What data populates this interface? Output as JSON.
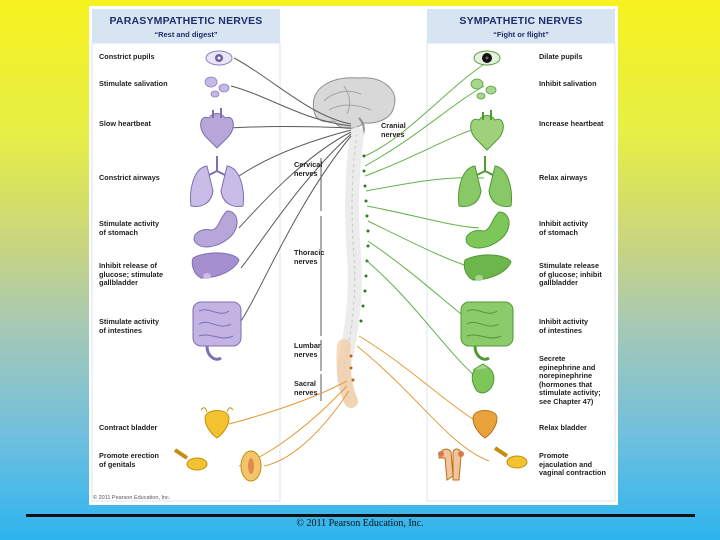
{
  "parasympathetic": {
    "title": "PARASYMPATHETIC NERVES",
    "subtitle": "“Rest and digest”",
    "labels": [
      "Constrict pupils",
      "Stimulate salivation",
      "Slow heartbeat",
      "Constrict airways",
      "Stimulate activity\nof stomach",
      "Inhibit release of\nglucose; stimulate\ngallbladder",
      "Stimulate activity\nof intestines",
      "Contract bladder",
      "Promote erection\nof genitals"
    ]
  },
  "sympathetic": {
    "title": "SYMPATHETIC NERVES",
    "subtitle": "“Fight or flight”",
    "labels": [
      "Dilate pupils",
      "Inhibit salivation",
      "Increase heartbeat",
      "Relax airways",
      "Inhibit activity\nof stomach",
      "Stimulate release\nof glucose; inhibit\ngallbladder",
      "Inhibit activity\nof intestines",
      "Secrete\nepinephrine and\nnorepinephrine\n(hormones that\nstimulate activity;\nsee Chapter 47)",
      "Relax bladder",
      "Promote\nejaculation and\nvaginal contraction"
    ]
  },
  "spine_regions": {
    "cranial": "Cranial\nnerves",
    "cervical": "Cervical\nnerves",
    "thoracic": "Thoracic\nnerves",
    "lumbar": "Lumbar\nnerves",
    "sacral": "Sacral\nnerves"
  },
  "figure_credit": "© 2011 Pearson Education, Inc.",
  "footer_copyright": "© 2011 Pearson Education, Inc.",
  "colors": {
    "para_organ": "#b7a6d8",
    "symp_organ": "#7cc65a",
    "bladder": "#f2c230",
    "header_bg": "#d7e4f2",
    "nerve_para": "#5a5a5a",
    "nerve_symp": "#62b24a",
    "nerve_sacral": "#e39a3a"
  }
}
